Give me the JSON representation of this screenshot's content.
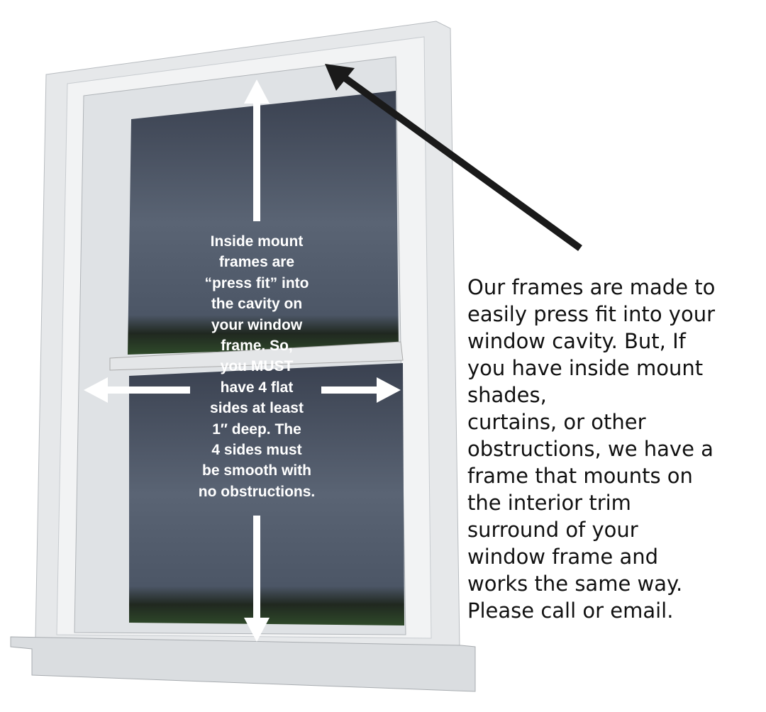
{
  "center_note": {
    "lines": [
      "Inside mount",
      "frames are",
      "“press fit” into",
      "the cavity on",
      "your window",
      "frame. So,",
      "you MUST",
      "have 4 flat",
      "sides at least",
      "1″ deep. The",
      "4 sides must",
      "be smooth with",
      "no obstructions."
    ]
  },
  "side_note": {
    "lines": [
      "Our frames are made to",
      "easily press fit into your",
      "window cavity. But, If",
      "you have inside mount",
      "shades,",
      "curtains, or other",
      "obstructions, we have a",
      "frame that mounts on",
      "the interior trim",
      "surround of your",
      "window frame and",
      "works the same way.",
      "Please call or email."
    ]
  },
  "colors": {
    "trim": "#e8eaec",
    "glass": "#4a5260",
    "arrow_white": "#ffffff",
    "arrow_black": "#1a1a1a"
  }
}
